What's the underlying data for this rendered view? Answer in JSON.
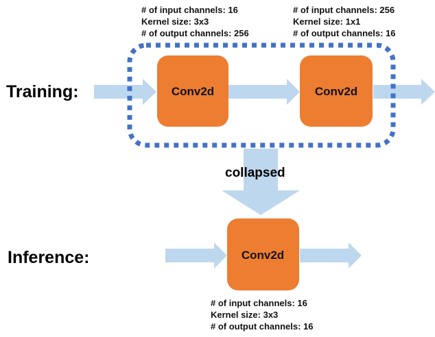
{
  "colors": {
    "conv_box": "#ED7D31",
    "arrow": "#BDD7EE",
    "dashed_border": "#4472C4",
    "text": "#000000"
  },
  "training": {
    "label": "Training:",
    "layer1": {
      "box_label": "Conv2d",
      "input_channels": "# of input channels: 16",
      "kernel_size": "Kernel size: 3x3",
      "output_channels": "# of output channels: 256"
    },
    "layer2": {
      "box_label": "Conv2d",
      "input_channels": "# of input channels: 256",
      "kernel_size": "Kernel size: 1x1",
      "output_channels": "# of output channels: 16"
    }
  },
  "collapse": {
    "label": "collapsed"
  },
  "inference": {
    "label": "Inference:",
    "layer": {
      "box_label": "Conv2d",
      "input_channels": "# of input channels: 16",
      "kernel_size": "Kernel size: 3x3",
      "output_channels": "# of output channels: 16"
    }
  }
}
